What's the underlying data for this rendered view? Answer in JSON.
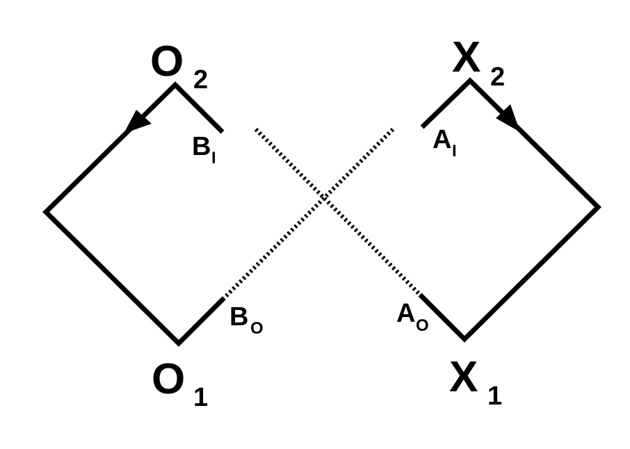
{
  "labels": {
    "o2": {
      "main": "O",
      "sub": "2"
    },
    "o1": {
      "main": "O",
      "sub": "1"
    },
    "x2": {
      "main": "X",
      "sub": "2"
    },
    "x1": {
      "main": "X",
      "sub": "1"
    },
    "bi": {
      "main": "B",
      "sub": "I"
    },
    "bo": {
      "main": "B",
      "sub": "O"
    },
    "ai": {
      "main": "A",
      "sub": "I"
    },
    "ao": {
      "main": "A",
      "sub": "O"
    }
  },
  "colors": {
    "line": "#000000",
    "background": "#ffffff"
  }
}
